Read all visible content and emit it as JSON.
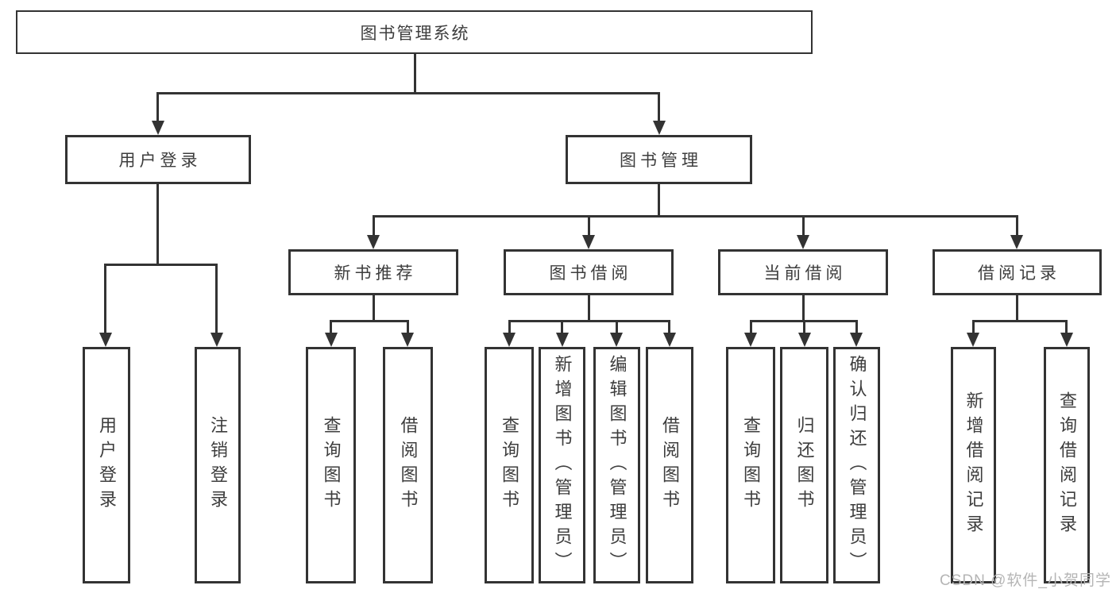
{
  "title": "图书管理系统",
  "watermark": "CSDN @软件_小贺同学",
  "colors": {
    "line": "#333333",
    "text": "#3d3d3d",
    "background": "#ffffff",
    "watermark": "#b5b5b5"
  },
  "tree": {
    "root": {
      "label": "图书管理系统"
    },
    "children": [
      {
        "label": "用户登录",
        "children": [
          {
            "label": "用户登录"
          },
          {
            "label": "注销登录"
          }
        ]
      },
      {
        "label": "图书管理",
        "children": [
          {
            "label": "新书推荐",
            "children": [
              {
                "label": "查询图书"
              },
              {
                "label": "借阅图书"
              }
            ]
          },
          {
            "label": "图书借阅",
            "children": [
              {
                "label": "查询图书"
              },
              {
                "label": "新增图书（管理员）"
              },
              {
                "label": "编辑图书（管理员）"
              },
              {
                "label": "借阅图书"
              }
            ]
          },
          {
            "label": "当前借阅",
            "children": [
              {
                "label": "查询图书"
              },
              {
                "label": "归还图书"
              },
              {
                "label": "确认归还（管理员）"
              }
            ]
          },
          {
            "label": "借阅记录",
            "children": [
              {
                "label": "新增借阅记录"
              },
              {
                "label": "查询借阅记录"
              }
            ]
          }
        ]
      }
    ]
  }
}
